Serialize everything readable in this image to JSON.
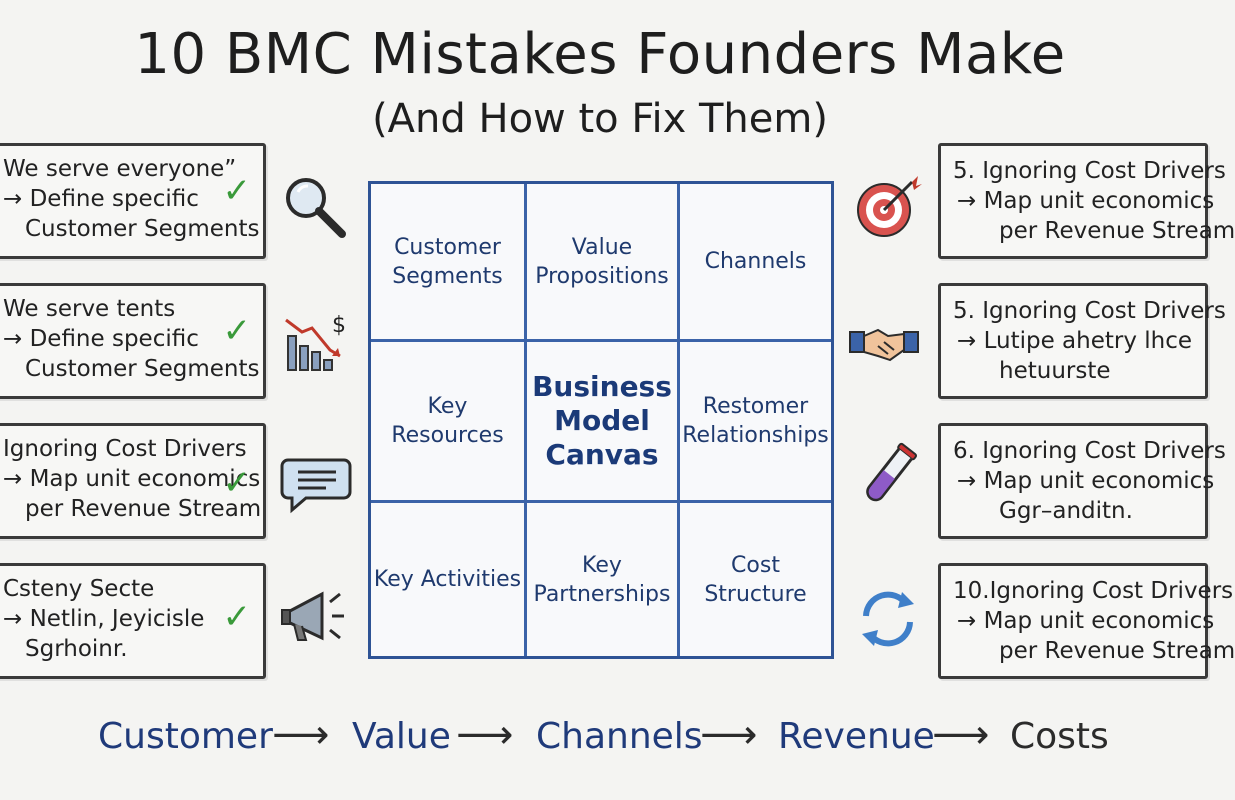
{
  "title": "10 BMC Mistakes Founders Make",
  "subtitle": "(And How to Fix Them)",
  "left_cards": [
    {
      "line1": "We serve everyone”",
      "line2": "→ Define specific",
      "line3": "Customer Segments",
      "check": "✓"
    },
    {
      "line1": "We serve tents",
      "line2": "→ Define specific",
      "line3": "Customer Segments",
      "check": "✓"
    },
    {
      "line1": "Ignoring Cost Drivers",
      "line2": "→ Map unit economics",
      "line3": "per Revenue Stream",
      "check": "✓"
    },
    {
      "line1": "Csteny Secte",
      "line2": "→ Netlin, Jeyicisle",
      "line3": "Sgrhoinr.",
      "check": "✓"
    }
  ],
  "right_cards": [
    {
      "line1": "5. Ignoring Cost Drivers",
      "line2": "→ Map unit economics",
      "line3": "per Revenue Stream"
    },
    {
      "line1": "5. Ignoring Cost Drivers",
      "line2": "→ Lutipe ahetry lhce",
      "line3": "hetuurste"
    },
    {
      "line1": "6. Ignoring Cost Drivers",
      "line2": "→ Map unit economics",
      "line3": "Ggr–anditn."
    },
    {
      "line1": "10.Ignoring Cost Drivers",
      "line2": "→ Map unit economics",
      "line3": "per Revenue Stream"
    }
  ],
  "icons": {
    "left": [
      "magnifier-icon",
      "falling-chart-dollar-icon",
      "speech-bubble-icon",
      "megaphone-icon"
    ],
    "right": [
      "target-dart-icon",
      "handshake-icon",
      "test-tube-icon",
      "cycle-arrows-icon"
    ]
  },
  "canvas": {
    "cells": [
      "Customer Segments",
      "Value Propositions",
      "Channels",
      "Key Resources",
      "Business Model Canvas",
      "Restomer Relationships",
      "Key Activities",
      "Key Partnerships",
      "Cost Structure"
    ]
  },
  "flow": {
    "steps": [
      "Customer",
      "Value",
      "Channels",
      "Revenue",
      "Costs"
    ],
    "arrow": "⟶"
  },
  "colors": {
    "canvas_blue": "#2e5395",
    "flow_blue": "#1f3a7a",
    "check_green": "#3a9a3a"
  }
}
